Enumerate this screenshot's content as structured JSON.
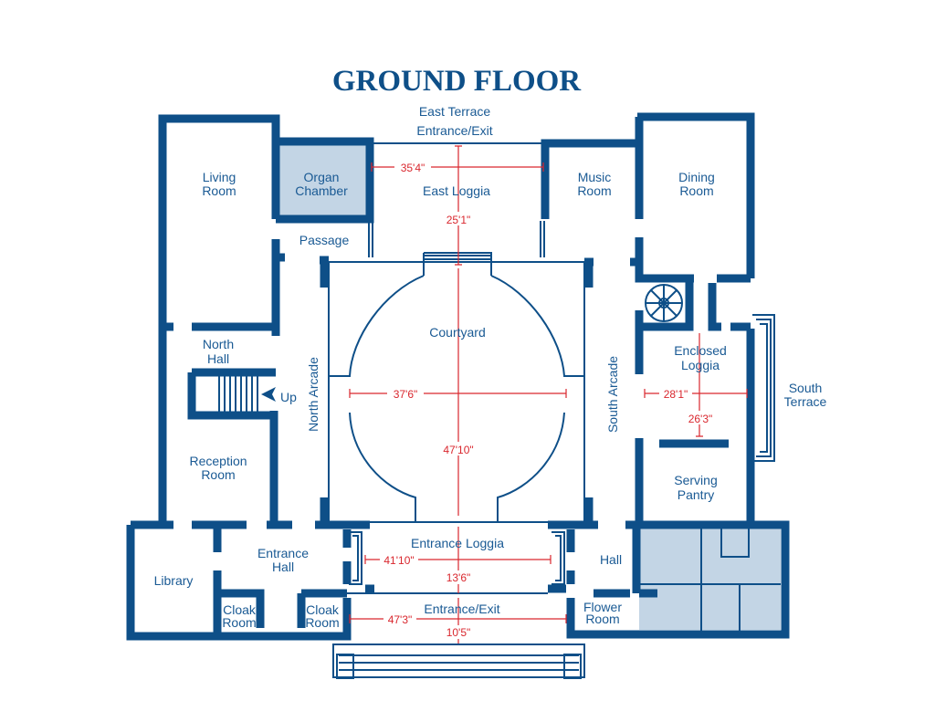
{
  "title": "GROUND FLOOR",
  "colors": {
    "wall": "#0e4f88",
    "dimension": "#d9272e",
    "highlight": "#c3d5e5"
  },
  "rooms": {
    "east_terrace": "East Terrace",
    "east_entrance": "Entrance/Exit",
    "living_1": "Living",
    "living_2": "Room",
    "organ_1": "Organ",
    "organ_2": "Chamber",
    "east_loggia": "East Loggia",
    "music_1": "Music",
    "music_2": "Room",
    "dining_1": "Dining",
    "dining_2": "Room",
    "passage": "Passage",
    "courtyard": "Courtyard",
    "north_hall_1": "North",
    "north_hall_2": "Hall",
    "up": "Up",
    "north_arcade": "North Arcade",
    "south_arcade": "South Arcade",
    "enclosed_1": "Enclosed",
    "enclosed_2": "Loggia",
    "south_terrace_1": "South",
    "south_terrace_2": "Terrace",
    "reception_1": "Reception",
    "reception_2": "Room",
    "serving_1": "Serving",
    "serving_2": "Pantry",
    "entrance_loggia": "Entrance Loggia",
    "entrance_hall_1": "Entrance",
    "entrance_hall_2": "Hall",
    "library": "Library",
    "hall": "Hall",
    "cloak_1": "Cloak",
    "cloak_2": "Room",
    "flower_1": "Flower",
    "flower_2": "Room",
    "entrance_exit": "Entrance/Exit"
  },
  "dimensions": {
    "east_loggia_width": "35'4\"",
    "east_loggia_depth": "25'1\"",
    "courtyard_width": "37'6\"",
    "courtyard_depth": "47'10\"",
    "enclosed_loggia_width": "28'1\"",
    "enclosed_loggia_depth": "26'3\"",
    "entrance_loggia_width": "41'10\"",
    "entrance_loggia_depth": "13'6\"",
    "entrance_exit_width": "47'3\"",
    "entrance_exit_depth": "10'5\""
  }
}
